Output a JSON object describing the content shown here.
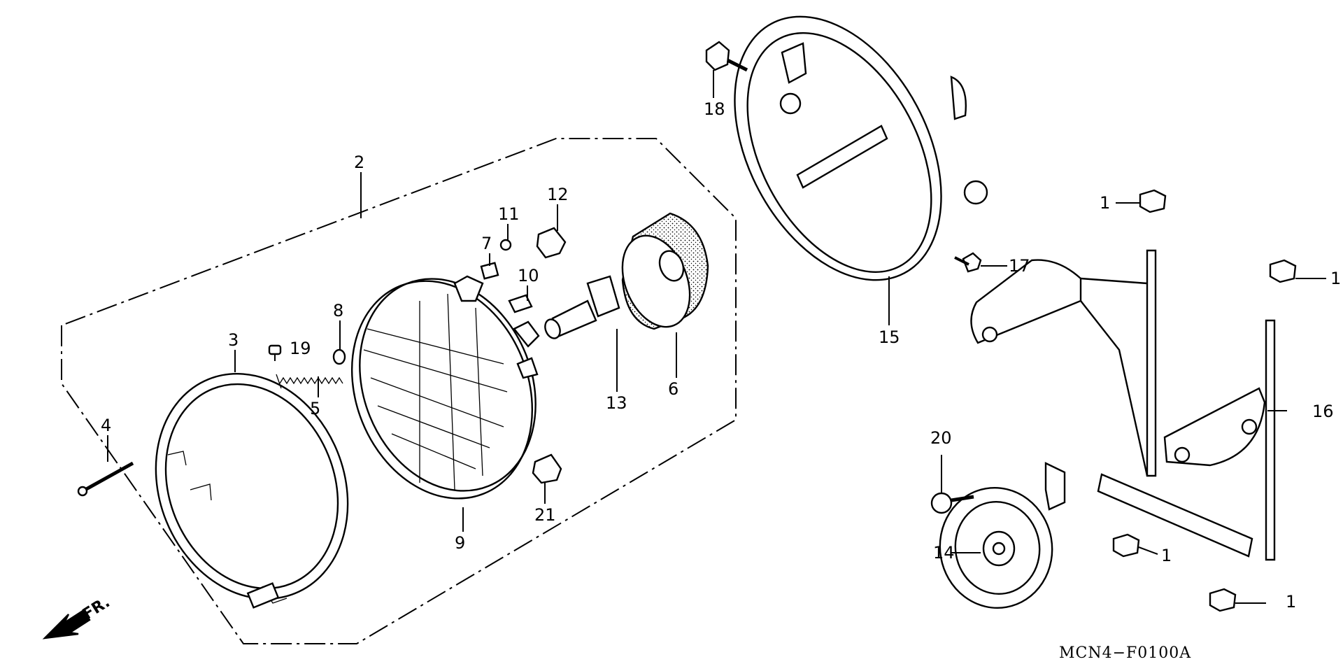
{
  "diagram": {
    "code": "MCN4−F0100A",
    "direction": "FR."
  },
  "callouts": [
    {
      "id": "2",
      "text": "2"
    },
    {
      "id": "3",
      "text": "3"
    },
    {
      "id": "4",
      "text": "4"
    },
    {
      "id": "5",
      "text": "5"
    },
    {
      "id": "6",
      "text": "6"
    },
    {
      "id": "7",
      "text": "7"
    },
    {
      "id": "8",
      "text": "8"
    },
    {
      "id": "9",
      "text": "9"
    },
    {
      "id": "10",
      "text": "10"
    },
    {
      "id": "11",
      "text": "11"
    },
    {
      "id": "12",
      "text": "12"
    },
    {
      "id": "13",
      "text": "13"
    },
    {
      "id": "14",
      "text": "14"
    },
    {
      "id": "15",
      "text": "15"
    },
    {
      "id": "16",
      "text": "16"
    },
    {
      "id": "17",
      "text": "17"
    },
    {
      "id": "18",
      "text": "18"
    },
    {
      "id": "19",
      "text": "19"
    },
    {
      "id": "20",
      "text": "20"
    },
    {
      "id": "21",
      "text": "21"
    },
    {
      "id": "1a",
      "text": "1"
    },
    {
      "id": "1b",
      "text": "1"
    },
    {
      "id": "1c",
      "text": "1"
    },
    {
      "id": "1d",
      "text": "1"
    }
  ]
}
